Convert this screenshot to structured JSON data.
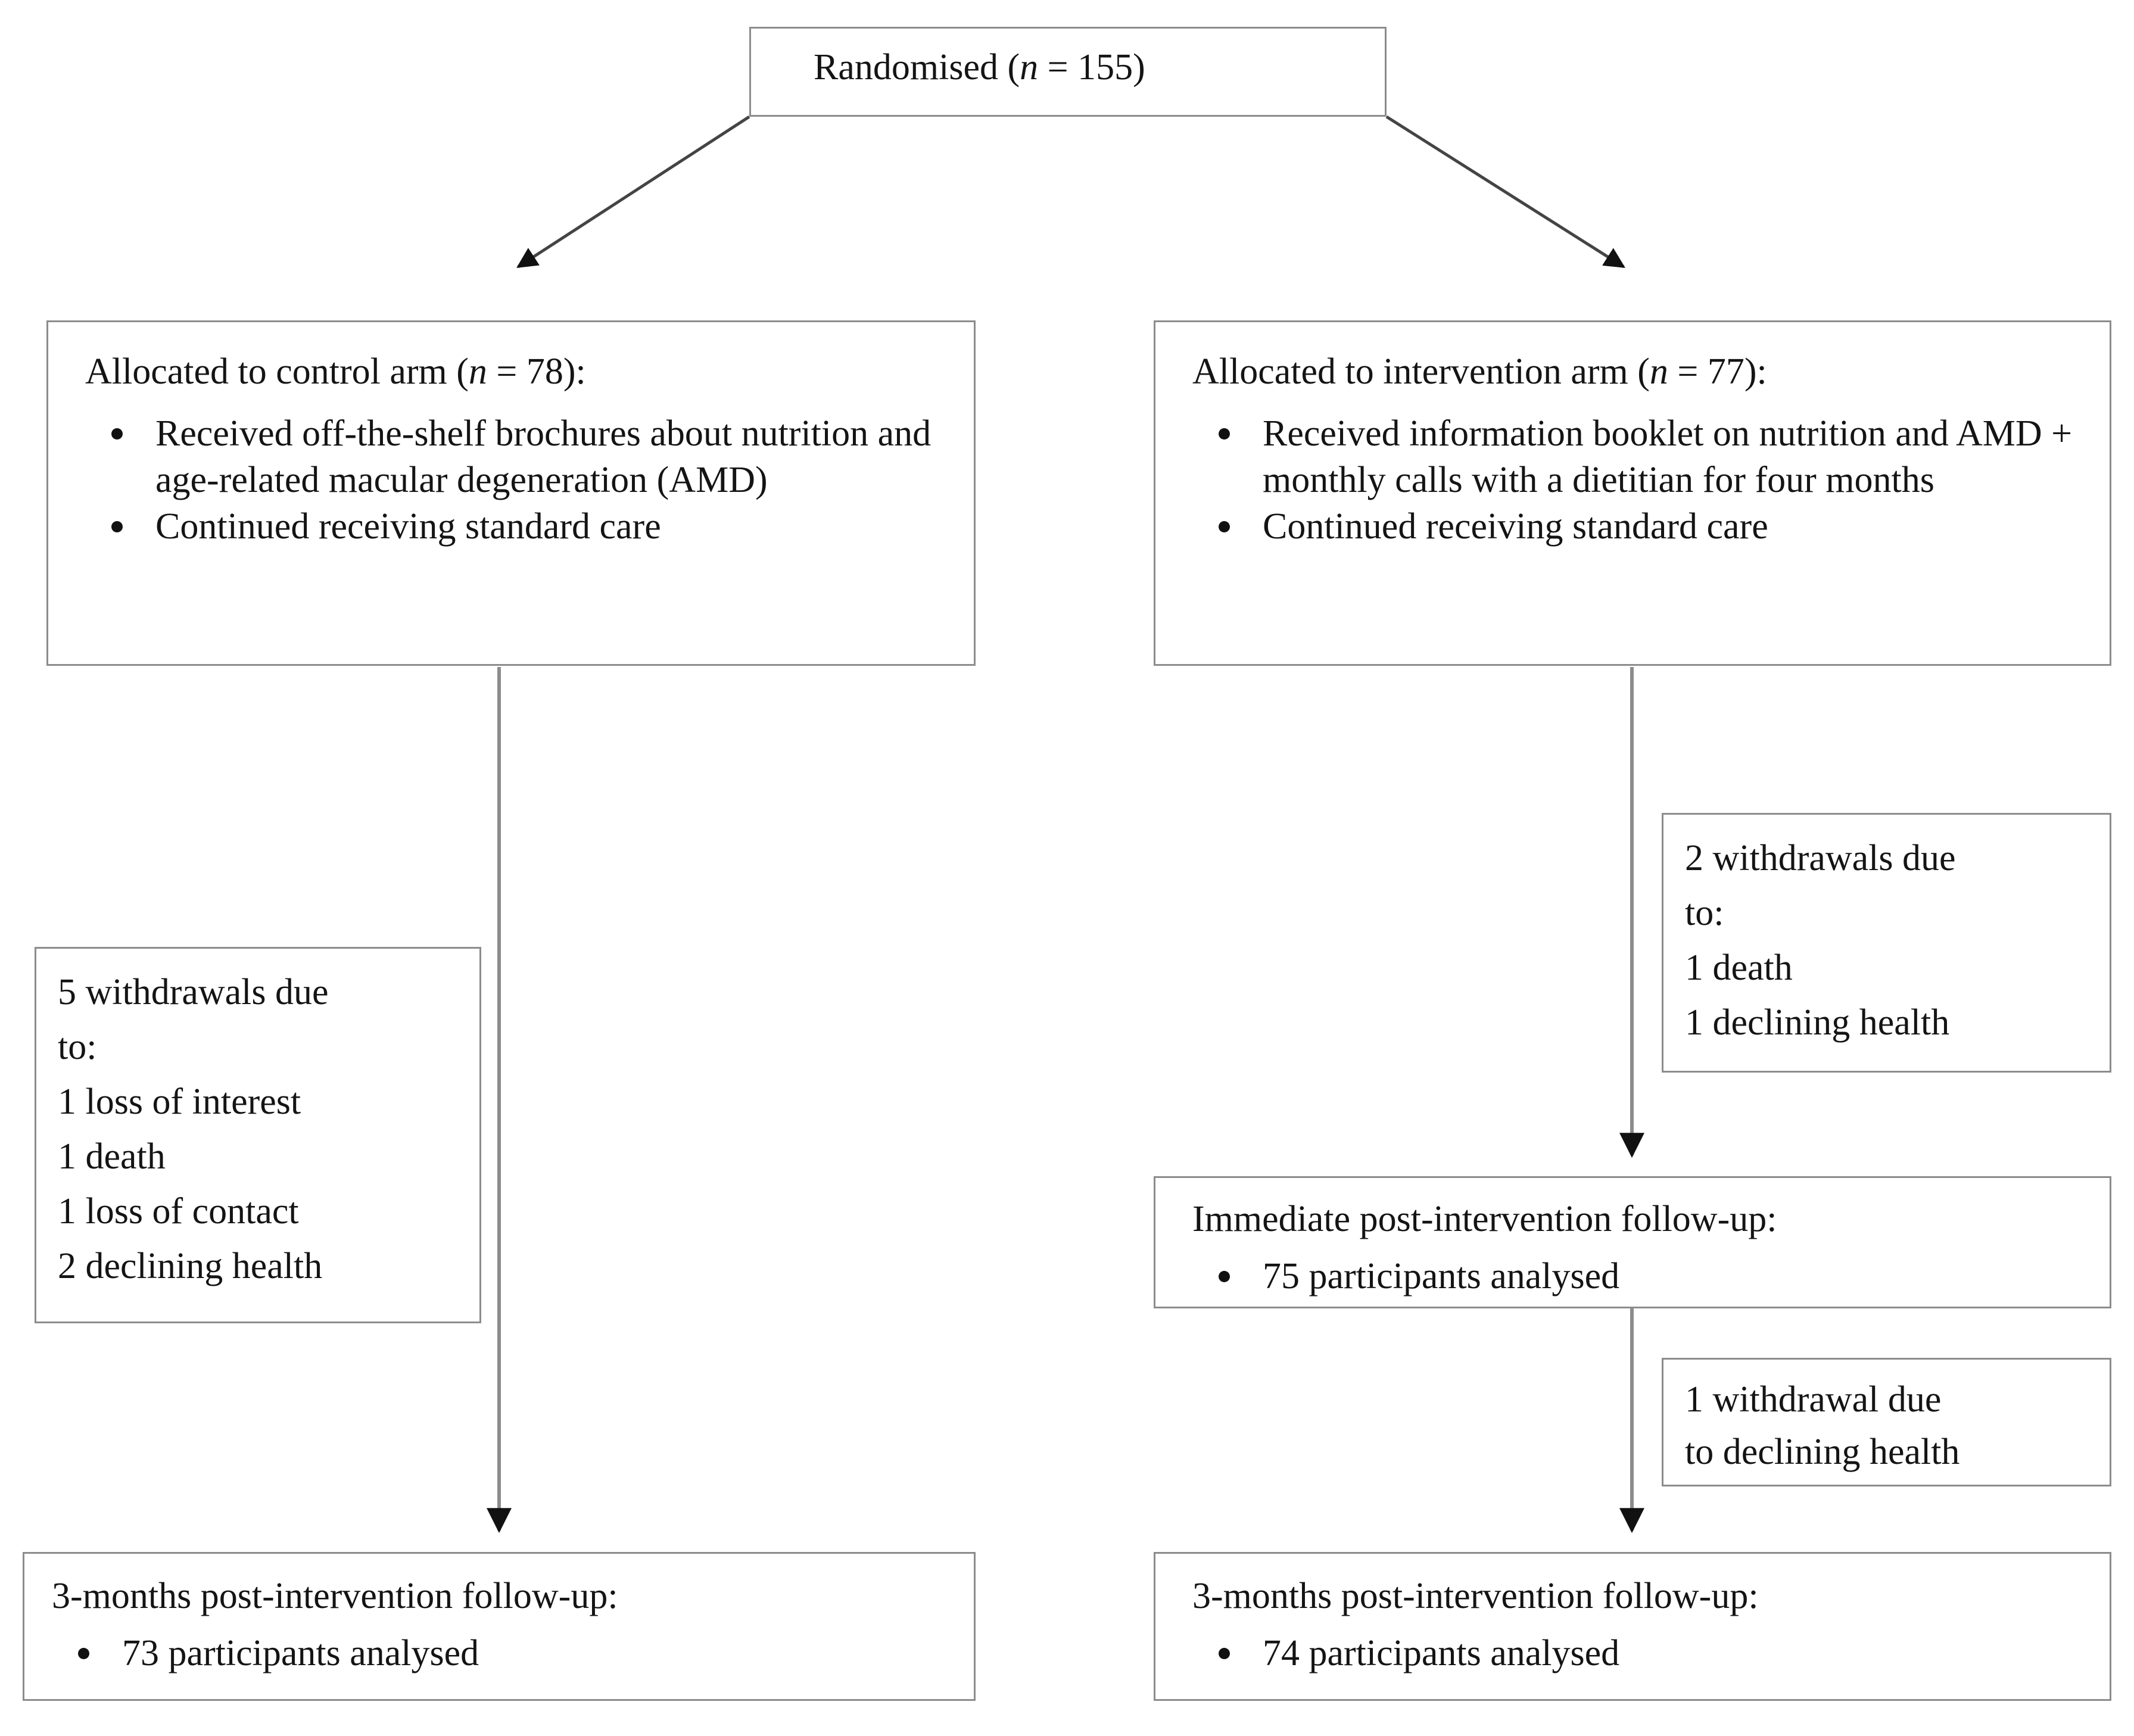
{
  "diagram": {
    "title": "CONSORT participant flow diagram",
    "accent_color": "#8c8c8c",
    "text_color": "#141414"
  },
  "nodes": {
    "randomised": {
      "label_prefix": "Randomised (",
      "label_italic": "n",
      "label_suffix": " = 155)",
      "n": 155
    },
    "control_arm": {
      "heading_prefix": "Allocated to control arm (",
      "heading_italic": "n",
      "heading_suffix": " = 78):",
      "n": 78,
      "bullets": [
        "Received off-the-shelf brochures\nabout nutrition and age-related\nmacular degeneration (AMD)",
        "Continued receiving standard care"
      ]
    },
    "intervention_arm": {
      "heading_prefix": "Allocated to intervention arm (",
      "heading_italic": "n",
      "heading_suffix": " = 77):",
      "n": 77,
      "bullets": [
        "Received information booklet on\nnutrition and AMD + monthly calls\nwith a dietitian for four months",
        "Continued receiving standard care"
      ]
    },
    "control_withdrawals": {
      "lines": [
        "5 withdrawals due",
        "to:",
        "1 loss of interest",
        "1 death",
        "1 loss of contact",
        "2 declining health"
      ],
      "total": 5
    },
    "intervention_withdrawals": {
      "lines": [
        "2 withdrawals due",
        "to:",
        "1 death",
        "1 declining health"
      ],
      "total": 2
    },
    "immediate_followup": {
      "heading": "Immediate post-intervention follow-up:",
      "bullets": [
        "75 participants analysed"
      ],
      "analysed": 75
    },
    "intervention_withdrawal_late": {
      "lines": [
        "1 withdrawal due",
        "to declining health"
      ],
      "total": 1
    },
    "control_followup_3m": {
      "heading": "3-months post-intervention follow-up:",
      "bullets": [
        "73 participants analysed"
      ],
      "analysed": 73
    },
    "intervention_followup_3m": {
      "heading": "3-months post-intervention follow-up:",
      "bullets": [
        "74 participants analysed"
      ],
      "analysed": 74
    }
  }
}
